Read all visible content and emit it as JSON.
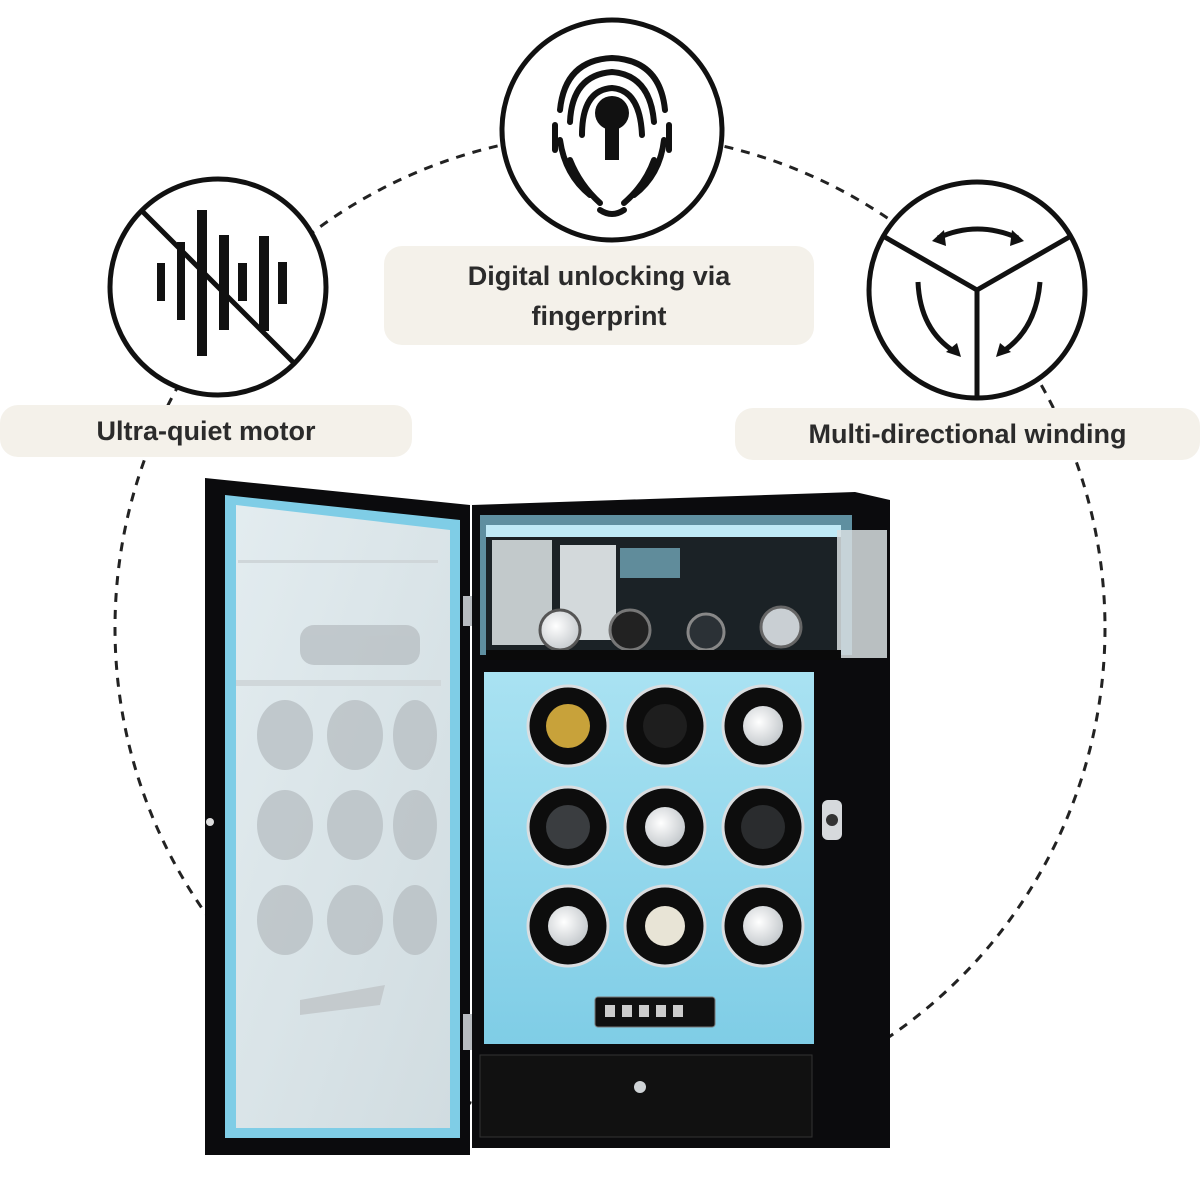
{
  "features": {
    "quiet": {
      "label": "Ultra-quiet motor",
      "icon": "muted-soundwave-icon"
    },
    "fingerprint": {
      "line1": "Digital unlocking via",
      "line2": "fingerprint",
      "icon": "fingerprint-keyhole-icon"
    },
    "winding": {
      "label": "Multi-directional winding",
      "icon": "rotation-arrows-icon"
    }
  },
  "product": {
    "name": "watch-winder-cabinet",
    "winder_count": 9,
    "display_watch_count": 4
  },
  "colors": {
    "ink": "#111111",
    "pill_bg": "#f4f1ea",
    "text": "#2b2b2b",
    "cabinet": "#0b0b0d",
    "glow": "#8fd4ea"
  }
}
